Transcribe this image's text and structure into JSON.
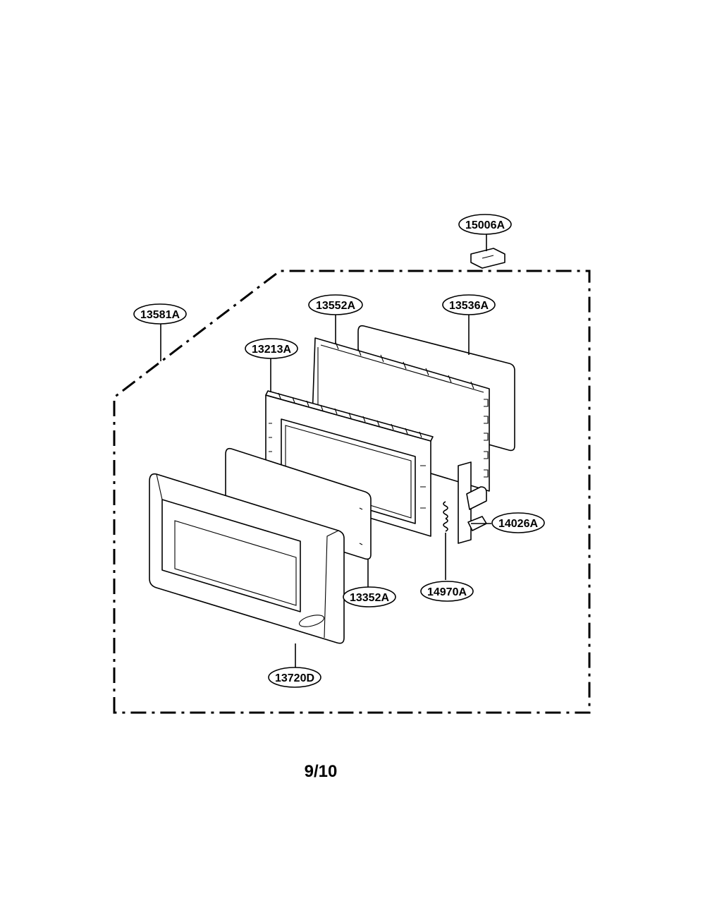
{
  "diagram": {
    "part_labels": [
      "15006A",
      "13552A",
      "13536A",
      "13581A",
      "13213A",
      "14026A",
      "13352A",
      "14970A",
      "13720D"
    ]
  },
  "page": {
    "number": "9/10"
  }
}
